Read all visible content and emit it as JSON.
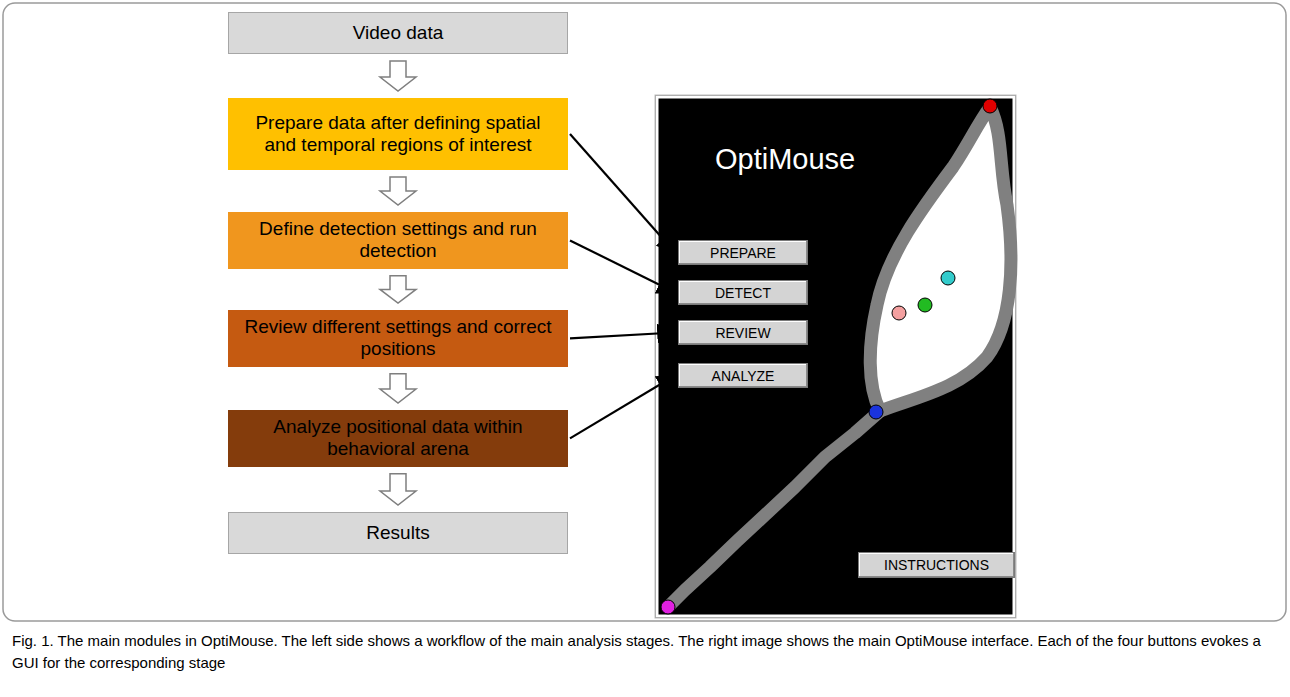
{
  "diagram": {
    "caption": "Fig. 1. The main modules in OptiMouse. The left side shows a workflow of the main analysis stages. The right image shows the main OptiMouse interface. Each of the four buttons evokes a GUI for the corresponding stage",
    "nodes": [
      {
        "text": [
          "Video data"
        ]
      },
      {
        "text": [
          "Prepare data after defining spatial and temporal regions of interest"
        ]
      },
      {
        "text": [
          "Define detection settings and run detection"
        ]
      },
      {
        "text": [
          "Review different settings and correct positions"
        ]
      },
      {
        "text": [
          "Analyze positional data within behavioral arena"
        ]
      },
      {
        "text": [
          "Results"
        ]
      },
      {
        "text": [
          "OptiMouse"
        ]
      },
      {
        "text": [
          "PREPARE"
        ],
        "in": 6
      },
      {
        "text": [
          "DETECT"
        ],
        "in": 6
      },
      {
        "text": [
          "REVIEW"
        ],
        "in": 6
      },
      {
        "text": [
          "ANALYZE"
        ],
        "in": 6
      },
      {
        "text": [
          "INSTRUCTIONS"
        ],
        "in": 6
      }
    ],
    "edges": [
      {
        "from": 0,
        "to": 1,
        "arrow": "to"
      },
      {
        "from": 1,
        "to": 2,
        "arrow": "to"
      },
      {
        "from": 2,
        "to": 3,
        "arrow": "to"
      },
      {
        "from": 3,
        "to": 4,
        "arrow": "to"
      },
      {
        "from": 4,
        "to": 5,
        "arrow": "to"
      },
      {
        "from": 1,
        "to": 7,
        "arrow": "to"
      },
      {
        "from": 2,
        "to": 8,
        "arrow": "to"
      },
      {
        "from": 3,
        "to": 9,
        "arrow": "to"
      },
      {
        "from": 4,
        "to": 10,
        "arrow": "to"
      }
    ]
  }
}
